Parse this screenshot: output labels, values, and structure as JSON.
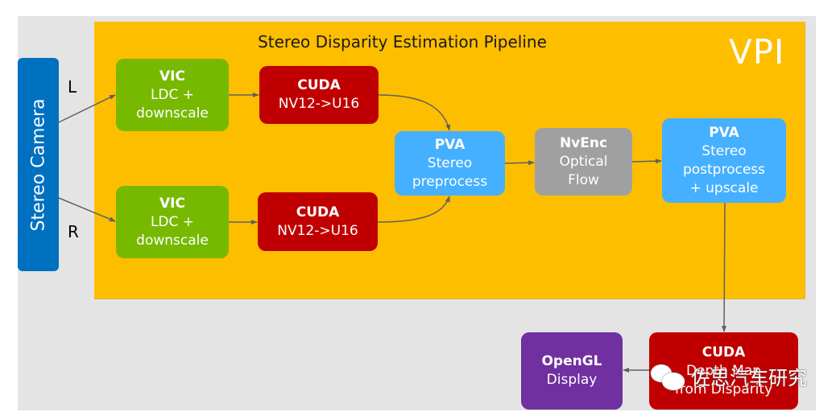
{
  "diagram": {
    "title": "Stereo Disparity Estimation Pipeline",
    "framework_label": "VPI",
    "source": {
      "label": "Stereo Camera",
      "left_label": "L",
      "right_label": "R"
    },
    "nodes": [
      {
        "id": "vic_left",
        "engine": "VIC",
        "lines": [
          "LDC +",
          "downscale"
        ],
        "color": "#76b900"
      },
      {
        "id": "cuda_left",
        "engine": "CUDA",
        "lines": [
          "NV12->U16"
        ],
        "color": "#c00000"
      },
      {
        "id": "vic_right",
        "engine": "VIC",
        "lines": [
          "LDC +",
          "downscale"
        ],
        "color": "#76b900"
      },
      {
        "id": "cuda_right",
        "engine": "CUDA",
        "lines": [
          "NV12->U16"
        ],
        "color": "#c00000"
      },
      {
        "id": "pva_pre",
        "engine": "PVA",
        "lines": [
          "Stereo",
          "preprocess"
        ],
        "color": "#45b0ff"
      },
      {
        "id": "nvenc",
        "engine": "NvEnc",
        "lines": [
          "Optical",
          "Flow"
        ],
        "color": "#a0a0a0"
      },
      {
        "id": "pva_post",
        "engine": "PVA",
        "lines": [
          "Stereo",
          "postprocess",
          "+ upscale"
        ],
        "color": "#45b0ff"
      },
      {
        "id": "cuda_depth",
        "engine": "CUDA",
        "lines": [
          "Depth Map",
          "from Disparity"
        ],
        "color": "#c00000"
      },
      {
        "id": "opengl",
        "engine": "OpenGL",
        "lines": [
          "Display"
        ],
        "color": "#7030a0"
      }
    ],
    "edges": [
      [
        "camera",
        "vic_left"
      ],
      [
        "camera",
        "vic_right"
      ],
      [
        "vic_left",
        "cuda_left"
      ],
      [
        "vic_right",
        "cuda_right"
      ],
      [
        "cuda_left",
        "pva_pre"
      ],
      [
        "cuda_right",
        "pva_pre"
      ],
      [
        "pva_pre",
        "nvenc"
      ],
      [
        "nvenc",
        "pva_post"
      ],
      [
        "pva_post",
        "cuda_depth"
      ],
      [
        "cuda_depth",
        "opengl"
      ]
    ],
    "colors": {
      "background": "#e4e4e4",
      "vpi_region": "#fdbe00",
      "camera": "#0070c0",
      "arrow": "#606060"
    }
  },
  "watermark": {
    "text": "佐思汽车研究",
    "icon": "wechat-icon"
  }
}
